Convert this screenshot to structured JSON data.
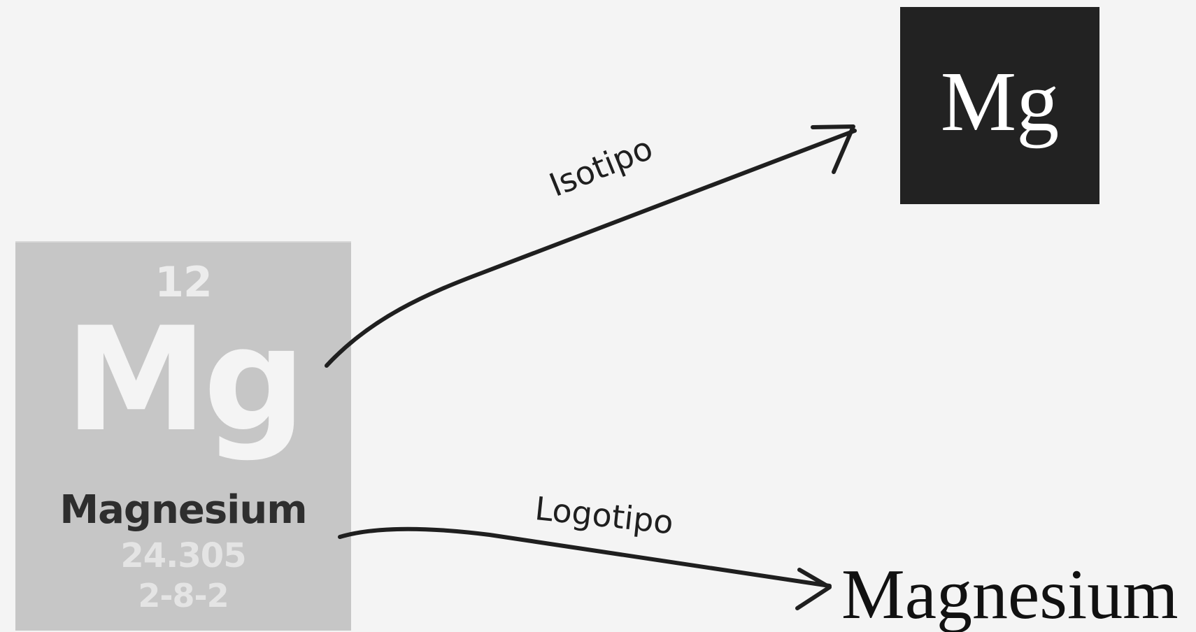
{
  "element_tile": {
    "atomic_number": "12",
    "symbol": "Mg",
    "name": "Magnesium",
    "atomic_mass": "24.305",
    "electron_configuration": "2-8-2"
  },
  "isotype": {
    "symbol": "Mg"
  },
  "logotype": {
    "word": "Magnesium"
  },
  "arrows": {
    "isotipo_label": "Isotipo",
    "logotipo_label": "Logotipo"
  },
  "colors": {
    "background": "#f4f4f4",
    "tile": "#c6c6c6",
    "isotype_box": "#222222",
    "ink": "#1f1f1f"
  }
}
